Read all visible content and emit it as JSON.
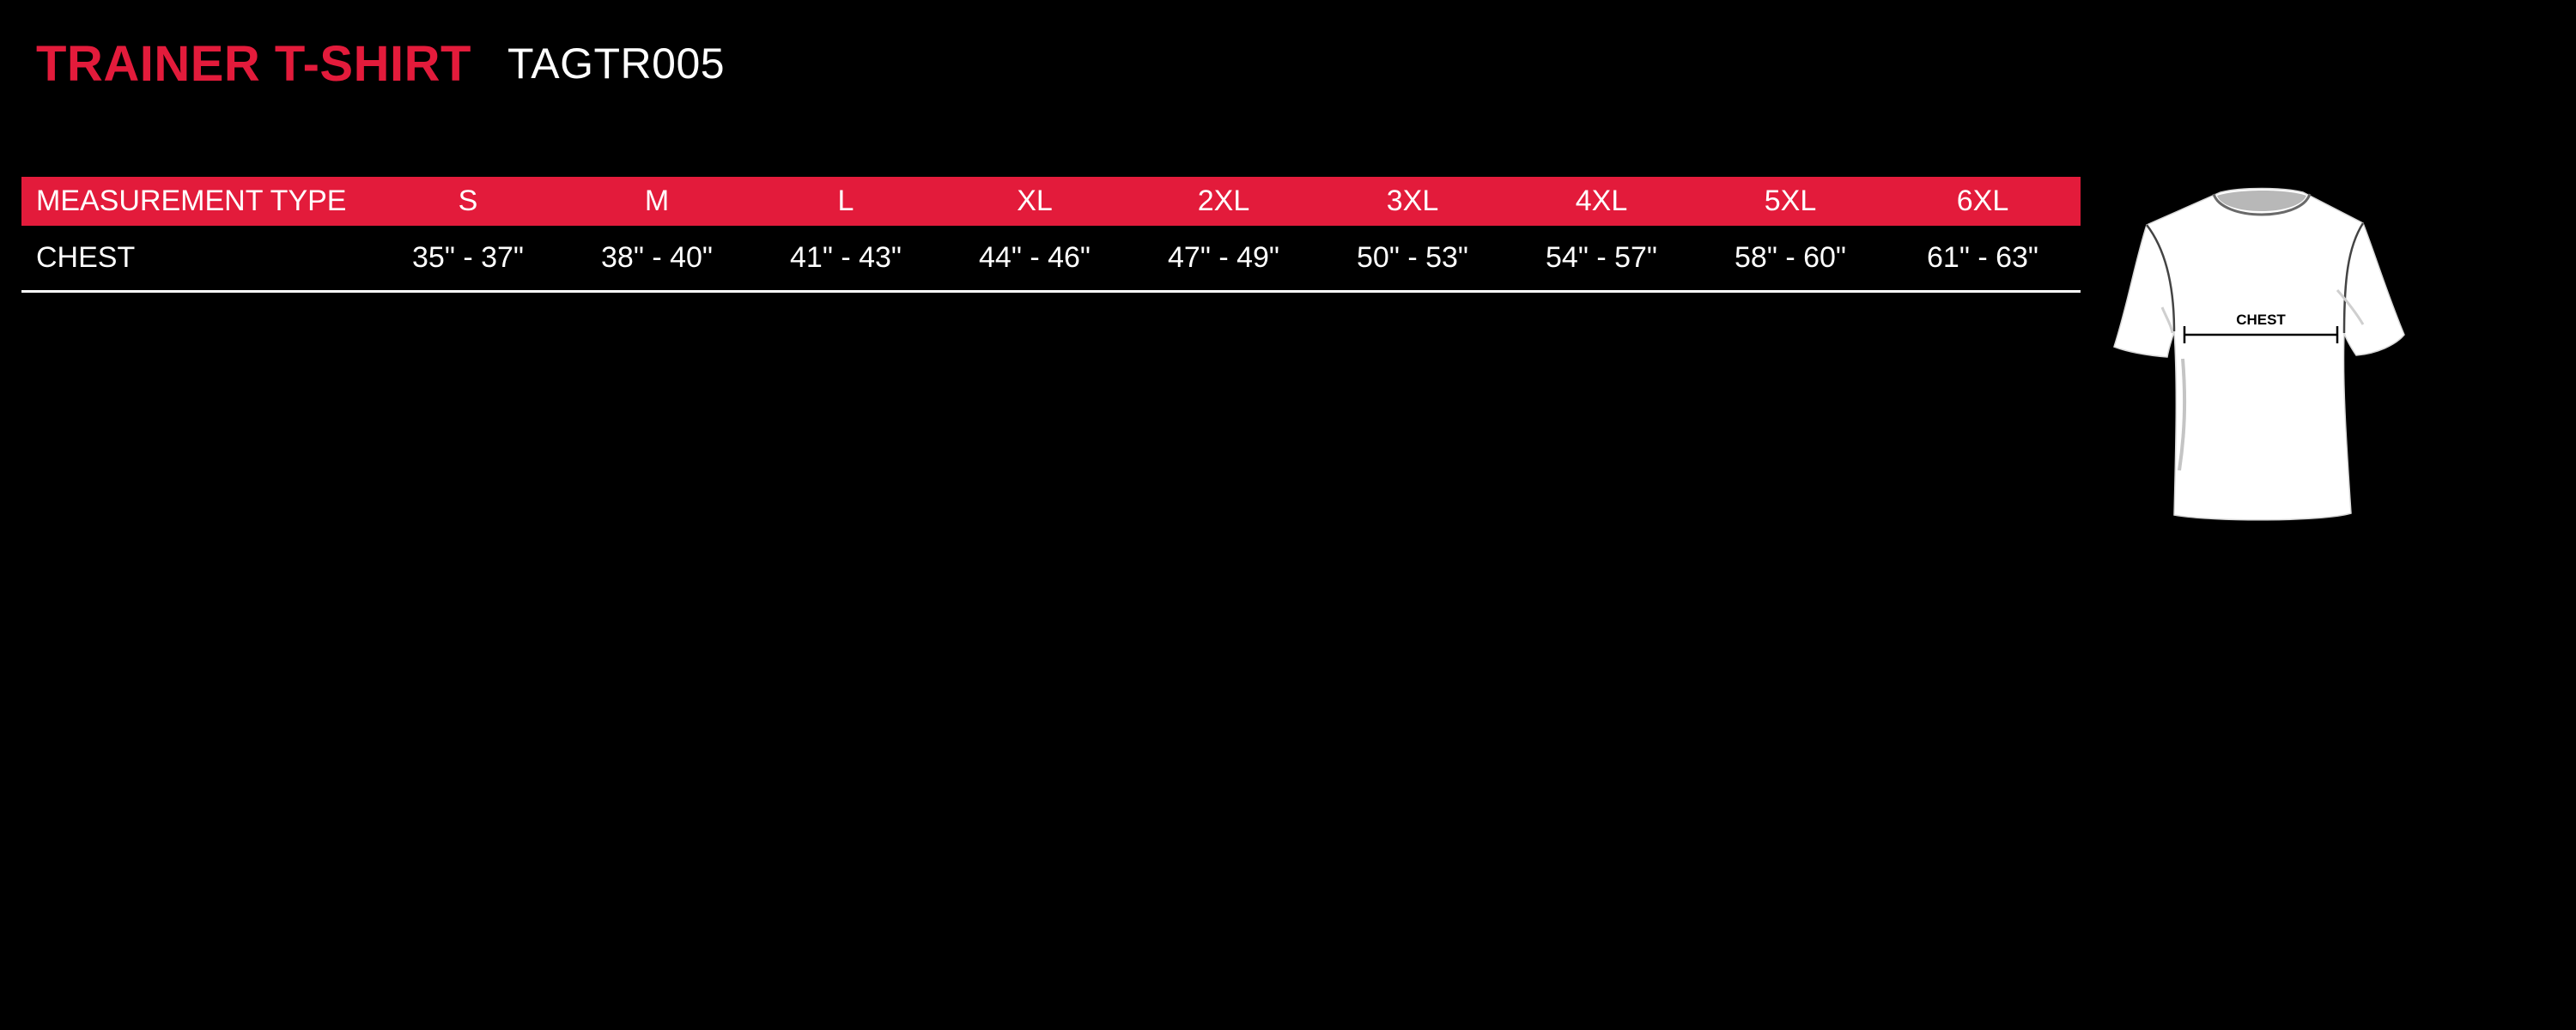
{
  "header": {
    "product_name": "TRAINER T-SHIRT",
    "product_code": "TAGTR005"
  },
  "table": {
    "header_label": "MEASUREMENT TYPE",
    "sizes": [
      "S",
      "M",
      "L",
      "XL",
      "2XL",
      "3XL",
      "4XL",
      "5XL",
      "6XL"
    ],
    "rows": [
      {
        "label": "CHEST",
        "values": [
          "35\" - 37\"",
          "38\" - 40\"",
          "41\" - 43\"",
          "44\" - 46\"",
          "47\" - 49\"",
          "50\" - 53\"",
          "54\" - 57\"",
          "58\" - 60\"",
          "61\" - 63\""
        ]
      }
    ]
  },
  "diagram": {
    "chest_label": "CHEST"
  },
  "colors": {
    "accent": "#e31b3b",
    "background": "#000000",
    "text": "#ffffff"
  }
}
